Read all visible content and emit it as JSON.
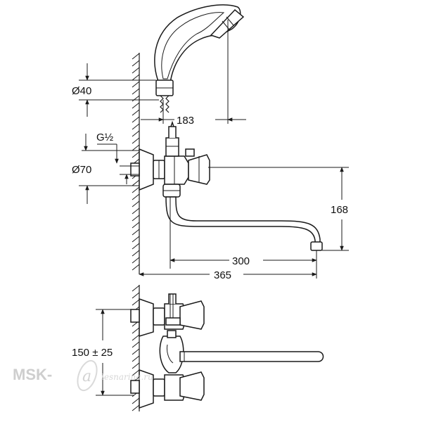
{
  "dimensions": {
    "hose_nut_diameter": "Ø40",
    "shower_reach": "183",
    "thread_size": "G½",
    "flange_diameter": "Ø70",
    "spout_height": "168",
    "spout_reach": "300",
    "overall_reach": "365",
    "inlet_spacing": "150 ± 25"
  },
  "watermark": {
    "brand": "MSK-",
    "script": "a",
    "domain": "lesnarina.ru"
  },
  "colors": {
    "line": "#1a1a1a",
    "watermark": "#c9c9c9"
  }
}
